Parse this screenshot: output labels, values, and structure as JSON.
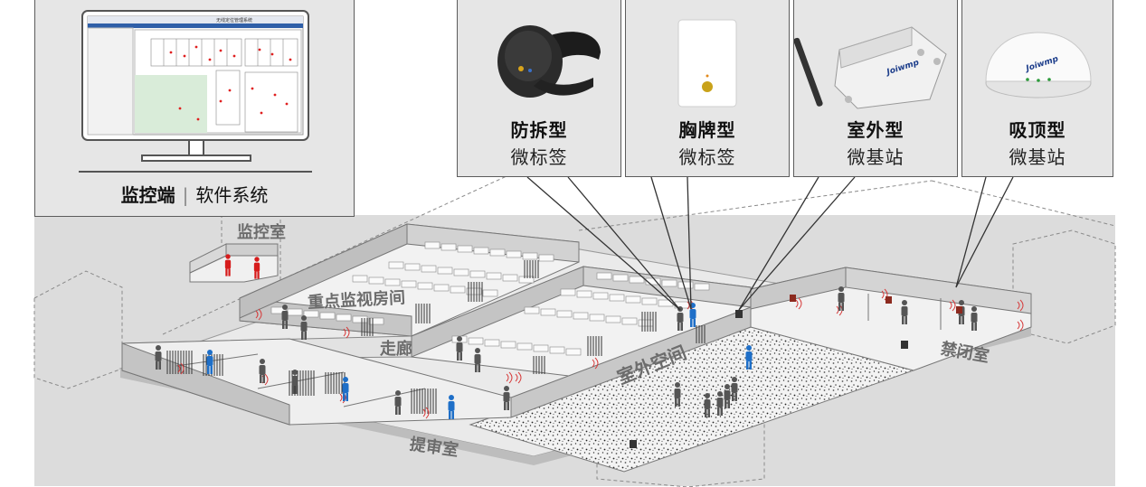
{
  "monitor_card": {
    "screen_title": "无线定位管理系统",
    "caption_bold": "监控端",
    "caption_sep": "|",
    "caption_rest": "软件系统"
  },
  "device_cards": [
    {
      "title": "防拆型",
      "subtitle": "微标签",
      "icon": "wristband-tag-icon"
    },
    {
      "title": "胸牌型",
      "subtitle": "微标签",
      "icon": "badge-tag-icon"
    },
    {
      "title": "室外型",
      "subtitle": "微基站",
      "icon": "outdoor-base-station-icon"
    },
    {
      "title": "吸顶型",
      "subtitle": "微基站",
      "icon": "ceiling-base-station-icon"
    }
  ],
  "brand_text": "Joiwmp",
  "zones": {
    "monitor_room": "监控室",
    "key_cells": "重点监视房间",
    "corridor": "走廊",
    "outdoor_space": "室外空间",
    "confinement": "禁闭室",
    "interrogation": "提审室"
  },
  "colors": {
    "card_bg": "#e6e6e6",
    "wall": "#c9c9c9",
    "floor": "#f4f4f4",
    "person_gray": "#555555",
    "person_blue": "#1e6fc8",
    "person_red": "#d61c1c"
  }
}
